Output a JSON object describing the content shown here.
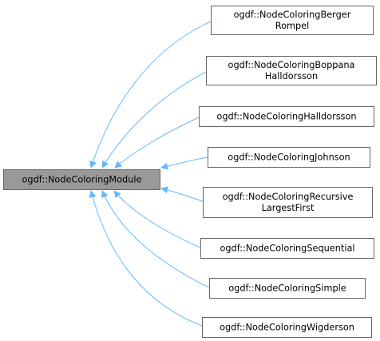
{
  "diagram": {
    "kind": "inheritance-graph",
    "colors": {
      "base_fill": "#999999",
      "base_stroke": "#666666",
      "node_fill": "#ffffff",
      "node_stroke": "#666666",
      "edge": "#63b8ff"
    },
    "base": {
      "id": "base",
      "lines": [
        "ogdf::NodeColoringModule"
      ]
    },
    "derived": [
      {
        "id": "berger-rompel",
        "lines": [
          "ogdf::NodeColoringBerger",
          "Rompel"
        ]
      },
      {
        "id": "boppana-halldorsson",
        "lines": [
          "ogdf::NodeColoringBoppana",
          "Halldorsson"
        ]
      },
      {
        "id": "halldorsson",
        "lines": [
          "ogdf::NodeColoringHalldorsson"
        ]
      },
      {
        "id": "johnson",
        "lines": [
          "ogdf::NodeColoringJohnson"
        ]
      },
      {
        "id": "recursive-largest-first",
        "lines": [
          "ogdf::NodeColoringRecursive",
          "LargestFirst"
        ]
      },
      {
        "id": "sequential",
        "lines": [
          "ogdf::NodeColoringSequential"
        ]
      },
      {
        "id": "simple",
        "lines": [
          "ogdf::NodeColoringSimple"
        ]
      },
      {
        "id": "wigderson",
        "lines": [
          "ogdf::NodeColoringWigderson"
        ]
      }
    ],
    "edges": [
      {
        "from": "berger-rompel",
        "to": "base"
      },
      {
        "from": "boppana-halldorsson",
        "to": "base"
      },
      {
        "from": "halldorsson",
        "to": "base"
      },
      {
        "from": "johnson",
        "to": "base"
      },
      {
        "from": "recursive-largest-first",
        "to": "base"
      },
      {
        "from": "sequential",
        "to": "base"
      },
      {
        "from": "simple",
        "to": "base"
      },
      {
        "from": "wigderson",
        "to": "base"
      }
    ]
  }
}
